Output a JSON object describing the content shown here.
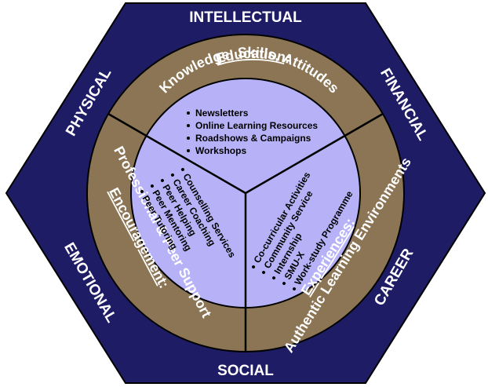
{
  "colors": {
    "hexagon": "#1f1c66",
    "ring": "#8b7555",
    "inner": "#b7b2f7",
    "divider": "#000000",
    "white_text": "#ffffff"
  },
  "hexagon": {
    "top": "INTELLECTUAL",
    "upper_right": "FINANCIAL",
    "lower_right": "CAREER",
    "bottom": "SOCIAL",
    "lower_left": "EMOTIONAL",
    "upper_left": "PHYSICAL"
  },
  "ring": {
    "top": {
      "heading": "Education",
      "colon": ":",
      "subtitle": "Knowledge, Skills, Attitudes"
    },
    "left": {
      "heading": "Encouragement",
      "colon": ":",
      "subtitle": "Professional & Peer Support"
    },
    "right": {
      "heading": "Experiences",
      "colon": ":",
      "subtitle": "Authentic Learning Environments"
    }
  },
  "inner": {
    "top_items": [
      "Newsletters",
      "Online Learning Resources",
      "Roadshows & Campaigns",
      "Workshops"
    ],
    "left_items": [
      "Counselling Services",
      "Career Coaching",
      "Peer Helping",
      "Peer Mentoring",
      "Peer Tutoring"
    ],
    "right_items": [
      "Co-curricular Activities",
      "Community Service",
      "Internship",
      "SMU-X",
      "Work-study Programme"
    ]
  }
}
